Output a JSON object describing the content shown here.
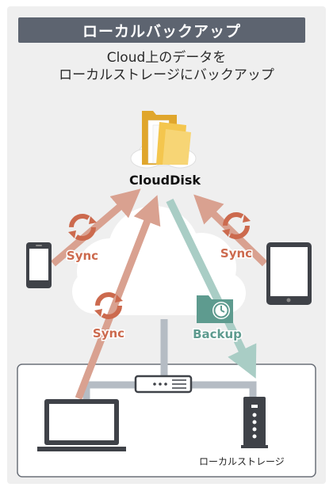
{
  "title": "ローカルバックアップ",
  "subtitle_line1": "Cloud上のデータを",
  "subtitle_line2": "ローカルストレージにバックアップ",
  "cloud_service": "CloudDisk",
  "sync_label": "Sync",
  "backup_label": "Backup",
  "local_storage_label": "ローカルストレージ",
  "colors": {
    "title_bar": "#5d6470",
    "panel_bg": "#efefef",
    "sync_arrow": "#d9a190",
    "sync_icon": "#cc6a4e",
    "backup_arrow": "#a9cdc5",
    "backup_icon": "#5e9b8f",
    "network_line": "#b5bcc4",
    "device_dark": "#3f4248",
    "folder": "#f4c64e"
  },
  "icons": [
    "sync-icon",
    "backup-icon",
    "folder-icon",
    "smartphone-icon",
    "tablet-icon",
    "laptop-icon",
    "storage-tower-icon",
    "network-hub-icon",
    "cloud-icon"
  ]
}
